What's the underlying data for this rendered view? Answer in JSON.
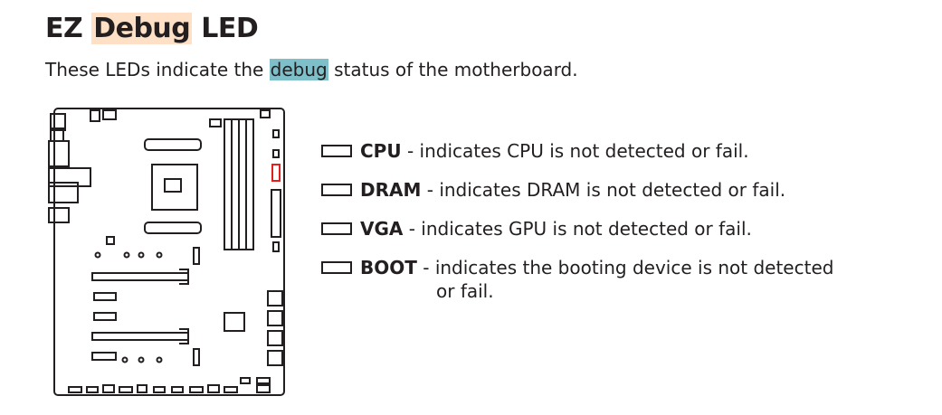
{
  "title": {
    "prefix": "EZ",
    "highlight": "Debug",
    "suffix": "LED"
  },
  "intro": {
    "before": "These LEDs indicate the",
    "highlight": "debug",
    "after": "status of the motherboard."
  },
  "colors": {
    "title_highlight": "#fde0c5",
    "intro_highlight": "#7fbfc9",
    "active_led": "#e0201e",
    "ink": "#231f20"
  },
  "leds": [
    {
      "name": "CPU",
      "desc": "- indicates CPU is not detected or fail."
    },
    {
      "name": "DRAM",
      "desc": "- indicates DRAM is not detected or fail."
    },
    {
      "name": "VGA",
      "desc": "- indicates GPU is not detected or fail."
    },
    {
      "name": "BOOT",
      "desc": "- indicates the booting device is not detected",
      "desc_cont": "or fail."
    }
  ]
}
